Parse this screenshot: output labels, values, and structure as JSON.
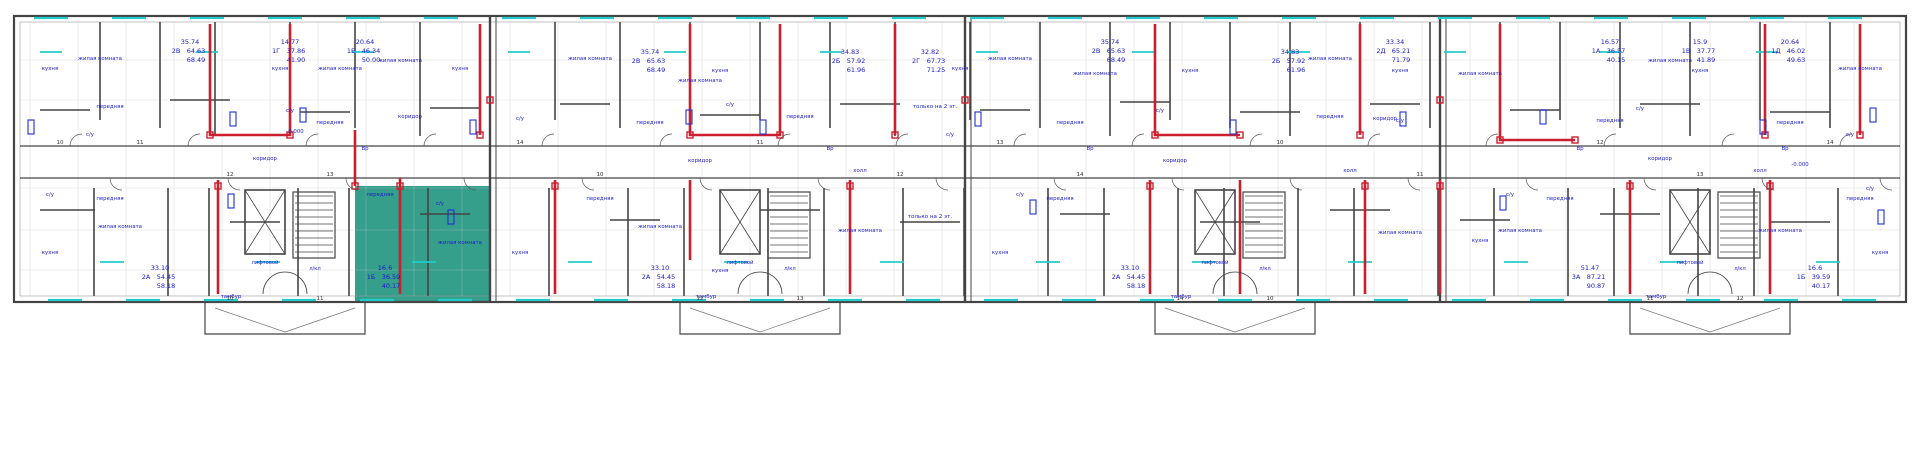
{
  "plan": {
    "apartments": [
      {
        "id": "2B",
        "area": "35.74",
        "living": "64.63",
        "total": "68.49"
      },
      {
        "id": "1Г",
        "area": "14.77",
        "living": "37.86",
        "total": "41.90"
      },
      {
        "id": "1Е",
        "area": "20.64",
        "living": "46.34",
        "total": "50.00"
      },
      {
        "id": "2В",
        "area": "35.74",
        "living": "65.63",
        "total": "68.49"
      },
      {
        "id": "2Б",
        "area": "34.83",
        "living": "57.92",
        "total": "61.96"
      },
      {
        "id": "2Г",
        "area": "32.82",
        "living": "67.73",
        "total": "71.25"
      },
      {
        "id": "2В",
        "area": "35.74",
        "living": "65.63",
        "total": "68.49"
      },
      {
        "id": "2Б",
        "area": "34.83",
        "living": "57.92",
        "total": "61.96"
      },
      {
        "id": "2Д",
        "area": "33.34",
        "living": "65.21",
        "total": "71.79"
      },
      {
        "id": "1А",
        "area": "16.57",
        "living": "36.57",
        "total": "40.15"
      },
      {
        "id": "1В",
        "area": "15.9",
        "living": "37.77",
        "total": "41.89"
      },
      {
        "id": "1Д",
        "area": "20.64",
        "living": "46.02",
        "total": "49.63"
      },
      {
        "id": "2А",
        "area": "33.10",
        "living": "54.45",
        "total": "58.18"
      },
      {
        "id": "1Б",
        "area": "16.6",
        "living": "36.59",
        "total": "40.17"
      },
      {
        "id": "2А",
        "area": "33.10",
        "living": "54.45",
        "total": "58.18"
      },
      {
        "id": "2А",
        "area": "33.10",
        "living": "54.45",
        "total": "58.18"
      },
      {
        "id": "3А",
        "area": "51.47",
        "living": "87.21",
        "total": "90.87"
      },
      {
        "id": "1Б",
        "area": "16.6",
        "living": "39.59",
        "total": "40.17"
      }
    ],
    "rooms": {
      "living": "жилая комната",
      "kitchen": "кухня",
      "hall": "передняя",
      "bath": "с/у",
      "corridor": "коридор",
      "elevator": "лифтовой холл",
      "stair": "л/кл",
      "tambur": "тамбур",
      "hall2": "холл",
      "mark": "-0.000",
      "vent": "Вр",
      "second": "только на 2 эт."
    },
    "axes": [
      "10",
      "11",
      "12",
      "13",
      "14"
    ],
    "colors": {
      "wall": "#cc1f2e",
      "text": "#1a1acc",
      "highlight": "#2a9a85",
      "window": "#22cccc",
      "line": "#444444"
    }
  }
}
